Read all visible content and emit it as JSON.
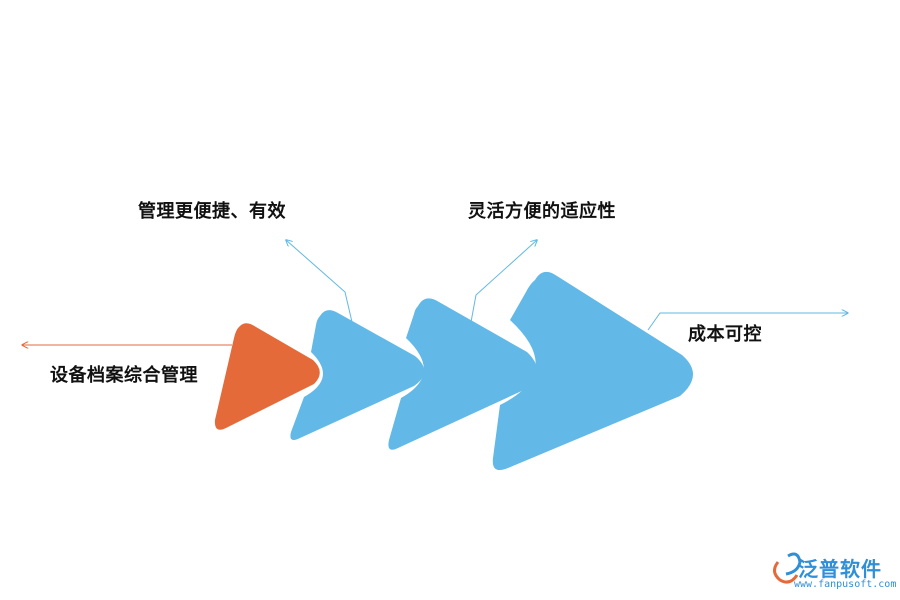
{
  "colors": {
    "orange": "#e46a3a",
    "blue": "#62b8e6",
    "line_orange": "#e46a3a",
    "line_blue": "#62b8e6"
  },
  "labels": {
    "left": "设备档案综合管理",
    "step1": "管理更便捷、有效",
    "step2": "灵活方便的适应性",
    "right": "成本可控"
  },
  "logo": {
    "name": "泛普软件",
    "url": "www.fanpusoft.com"
  }
}
